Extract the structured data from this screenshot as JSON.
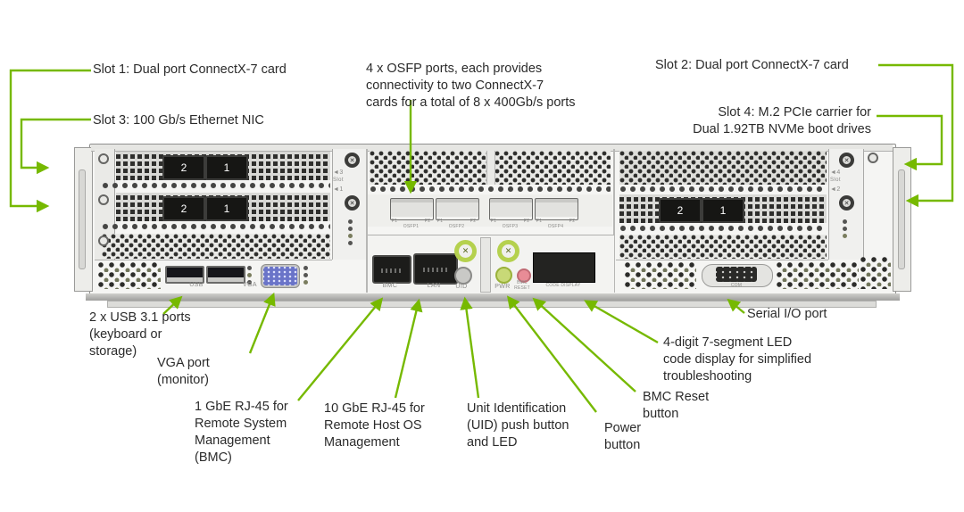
{
  "accent_color": "#76b900",
  "callouts": {
    "slot1": "Slot 1: Dual port ConnectX-7 card",
    "slot3": "Slot 3: 100 Gb/s Ethernet NIC",
    "osfp": "4 x OSFP ports, each provides\nconnectivity to two ConnectX-7\ncards for a total of 8 x 400Gb/s ports",
    "slot2": "Slot 2: Dual port ConnectX-7 card",
    "slot4": "Slot 4: M.2 PCIe carrier for\nDual 1.92TB NVMe boot drives",
    "usb": "2 x USB 3.1 ports\n(keyboard or\nstorage)",
    "vga": "VGA port\n(monitor)",
    "bmc": "1 GbE RJ-45 for\nRemote System\nManagement\n(BMC)",
    "lan": "10 GbE RJ-45 for\nRemote Host OS\nManagement",
    "uid": "Unit Identification\n(UID) push button\nand LED",
    "power": "Power\nbutton",
    "bmc_reset": "BMC Reset\nbutton",
    "code_display": "4-digit 7-segment LED\ncode display for simplified\ntroubleshooting",
    "serial": "Serial I/O port"
  },
  "panel": {
    "usb": "USB",
    "vga": "VGA",
    "bmc": "BMC",
    "lan": "LAN",
    "uid": "UID",
    "pwr": "PWR",
    "bmc_reset": "BMC\nRESET",
    "code_display": "CODE DISPLAY",
    "com": "COM",
    "osfp_ports": [
      "OSFP1",
      "OSFP2",
      "OSFP3",
      "OSFP4"
    ],
    "pins": [
      "P1",
      "P2"
    ],
    "port_numbers": [
      "2",
      "1"
    ],
    "slot_markers_left": [
      "◄3",
      "Slot",
      "◄1"
    ],
    "slot_markers_right": [
      "◄4",
      "Slot",
      "◄2"
    ]
  },
  "icons": {
    "thumbscrew_glyph": "✕"
  }
}
